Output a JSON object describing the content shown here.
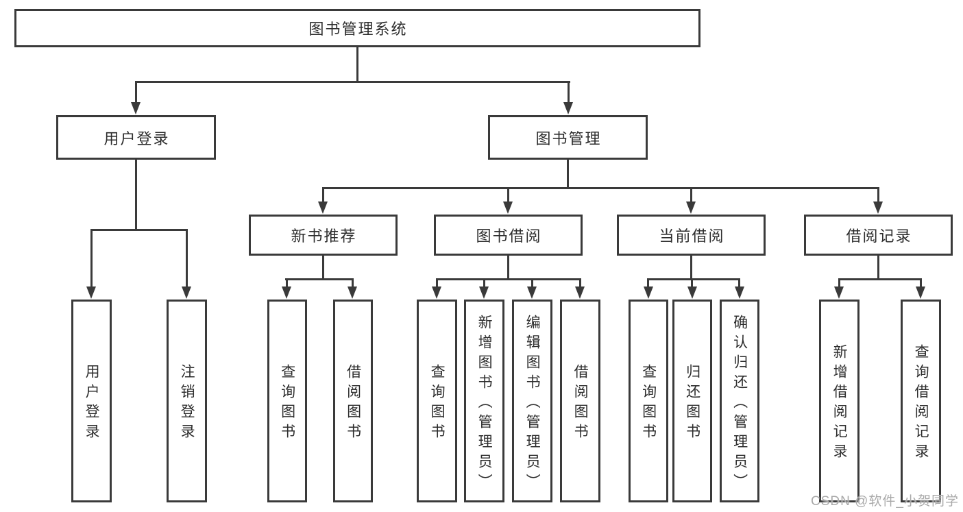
{
  "nodes": {
    "root": "图书管理系统",
    "user_login": "用户登录",
    "book_mgmt": "图书管理",
    "new_book_rec": "新书推荐",
    "book_borrow": "图书借阅",
    "current_borrow": "当前借阅",
    "borrow_records": "借阅记录",
    "login_children": {
      "user_login": "用户登录",
      "logout": "注销登录"
    },
    "new_book_rec_children": {
      "query_books": "查询图书",
      "borrow_books": "借阅图书"
    },
    "book_borrow_children": {
      "query_books": "查询图书",
      "add_books": "新增图书（管理员）",
      "edit_books": "编辑图书（管理员）",
      "borrow_books": "借阅图书"
    },
    "current_borrow_children": {
      "query_books": "查询图书",
      "return_books": "归还图书",
      "confirm_return": "确认归还（管理员）"
    },
    "borrow_records_children": {
      "add_record": "新增借阅记录",
      "query_record": "查询借阅记录"
    }
  },
  "watermark": "CSDN @软件_小贺同学",
  "colors": {
    "line": "#3a3a3a",
    "text": "#2d2d2d",
    "watermark": "#a9a9a9",
    "background": "#ffffff"
  }
}
